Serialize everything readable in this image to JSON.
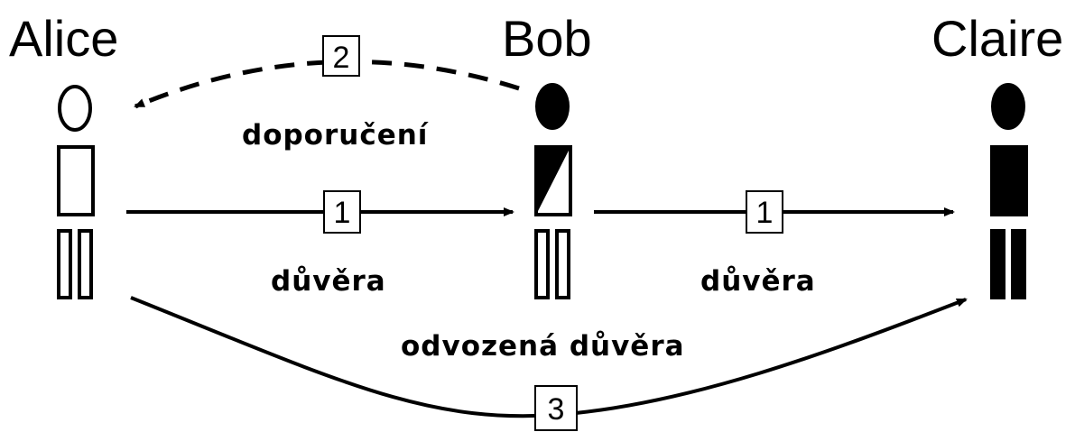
{
  "people": {
    "alice": "Alice",
    "bob": "Bob",
    "claire": "Claire"
  },
  "labels": {
    "recommendation": "doporučení",
    "trust_alice_bob": "důvěra",
    "trust_bob_claire": "důvěra",
    "derived_trust": "odvozená důvěra"
  },
  "steps": {
    "recommendation": "2",
    "trust_alice_bob": "1",
    "trust_bob_claire": "1",
    "derived_trust": "3"
  }
}
